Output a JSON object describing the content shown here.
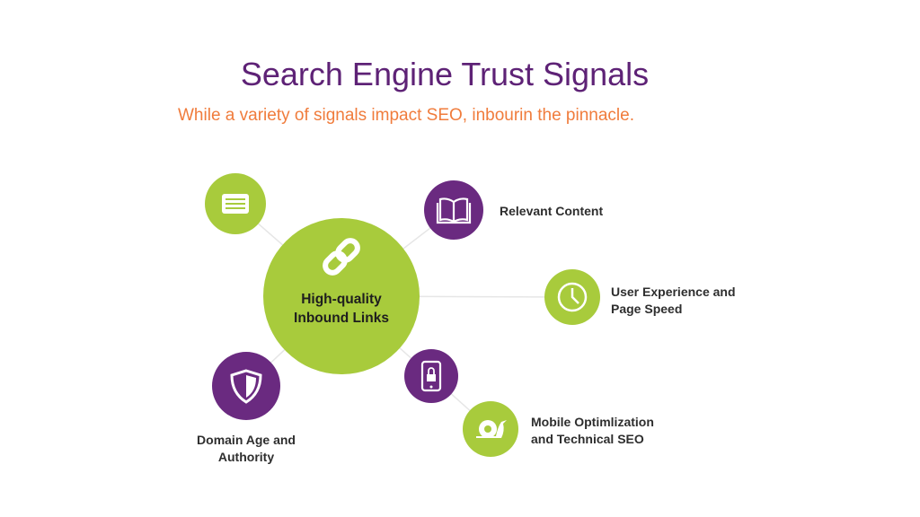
{
  "title": "Search Engine Trust Signals",
  "subtitle": "While a variety of signals impact SEO, inbourin the pinnacle.",
  "center": {
    "label_line1": "High-quality",
    "label_line2": "Inbound Links",
    "icon": "link-icon"
  },
  "nodes": [
    {
      "icon": "document-icon",
      "label": ""
    },
    {
      "icon": "book-icon",
      "label": "Relevant Content"
    },
    {
      "icon": "clock-icon",
      "label_line1": "User Experience and",
      "label_line2": "Page Speed"
    },
    {
      "icon": "mobile-lock-icon",
      "label": ""
    },
    {
      "icon": "snail-icon",
      "label_line1": "Mobile Optimlization",
      "label_line2": "and Technical SEO"
    },
    {
      "icon": "shield-icon",
      "label_line1": "Domain Age and",
      "label_line2": "Authority"
    }
  ],
  "colors": {
    "green": "#a8cb3c",
    "purple": "#6a2a80",
    "title": "#5e2276",
    "subtitle": "#f07c3c"
  }
}
